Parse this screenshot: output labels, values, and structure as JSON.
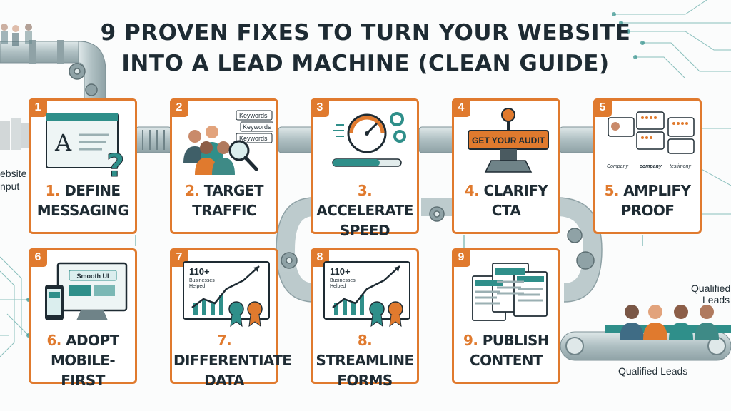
{
  "title": {
    "line1": "9 PROVEN FIXES TO TURN YOUR WEBSITE",
    "line2": "INTO A LEAD MACHINE (CLEAN GUIDE)"
  },
  "side": {
    "input_line1": "ebsite",
    "input_line2": "nput",
    "qualified_top_line1": "Qualified",
    "qualified_top_line2": "Leads",
    "qualified_bottom": "Qualified Leads"
  },
  "cards": [
    {
      "badge": "1",
      "num": "1.",
      "line1": "DEFINE",
      "line2": "MESSAGING",
      "icon": "webpage-question-icon",
      "art": {
        "letter": "A",
        "q": "?"
      }
    },
    {
      "badge": "2",
      "num": "2.",
      "line1": "TARGET",
      "line2": "TRAFFIC",
      "icon": "audience-magnifier-icon",
      "art": {
        "kw1": "Keywords",
        "kw2": "Keywords",
        "kw3": "Keywords"
      }
    },
    {
      "badge": "3",
      "num": "3.",
      "line1": "ACCELERATE",
      "line2": "SPEED",
      "icon": "speedometer-icon",
      "art": {}
    },
    {
      "badge": "4",
      "num": "4.",
      "line1": "CLARIFY",
      "line2": "CTA",
      "icon": "audit-button-lever-icon",
      "art": {
        "button": "GET YOUR AUDIT"
      }
    },
    {
      "badge": "5",
      "num": "5.",
      "line1": "AMPLIFY",
      "line2": "PROOF",
      "icon": "reviews-logos-icon",
      "art": {
        "logo1": "Company",
        "logo2": "company",
        "logo3": "testimony"
      }
    },
    {
      "badge": "6",
      "num": "6.",
      "line1": "ADOPT",
      "line2": "MOBILE-FIRST",
      "icon": "devices-icon",
      "art": {
        "screen": "Smooth UI"
      }
    },
    {
      "badge": "7",
      "num": "7.",
      "line1": "DIFFERENTIATE",
      "line2": "DATA",
      "icon": "growth-chart-award-icon",
      "art": {
        "big": "110+",
        "small1": "Businesses",
        "small2": "Helped"
      }
    },
    {
      "badge": "8",
      "num": "8.",
      "line1": "STREAMLINE",
      "line2": "FORMS",
      "icon": "growth-chart-award-icon",
      "art": {
        "big": "110+",
        "small1": "Businesses",
        "small2": "Helped"
      }
    },
    {
      "badge": "9",
      "num": "9.",
      "line1": "PUBLISH",
      "line2": "CONTENT",
      "icon": "content-pages-icon",
      "art": {}
    }
  ],
  "colors": {
    "orange": "#e07a2e",
    "teal": "#2f8f8a",
    "dark": "#1e2b33",
    "pipe": "#b9c8ca"
  }
}
